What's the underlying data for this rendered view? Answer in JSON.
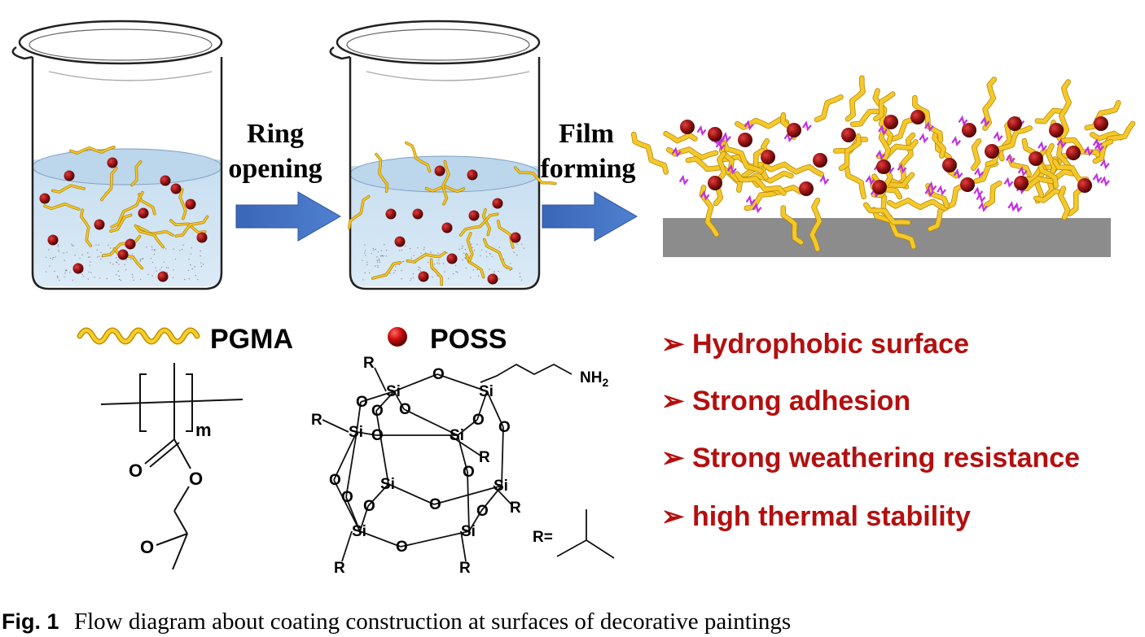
{
  "diagram": {
    "arrows": [
      {
        "line1": "Ring",
        "line2": "opening"
      },
      {
        "line1": "Film",
        "line2": "forming"
      }
    ],
    "legend": {
      "pgma_label": "PGMA",
      "poss_label": "POSS"
    },
    "pgma_structure": {
      "repeat_subscript": "m",
      "o_carbonyl": "O",
      "o_ester": "O",
      "o_epoxide": "O"
    },
    "poss_structure": {
      "amine": "NH",
      "amine_subscript": "2",
      "si": "Si",
      "o": "O",
      "r": "R",
      "r_definition": "R="
    },
    "properties": [
      "Hydrophobic surface",
      "Strong adhesion",
      "Strong weathering resistance",
      "high thermal stability"
    ],
    "colors": {
      "arrow": "#4472c4",
      "poss_sphere": "#8b1111",
      "pgma_chain": "#e8b800",
      "property_text": "#b40f0f",
      "substrate": "#8c8c8c",
      "liquid": "#cfe4f3",
      "crosslink": "#c030e0"
    }
  },
  "caption": {
    "label": "Fig. 1",
    "text": "Flow diagram about coating construction at surfaces of decorative paintings"
  }
}
